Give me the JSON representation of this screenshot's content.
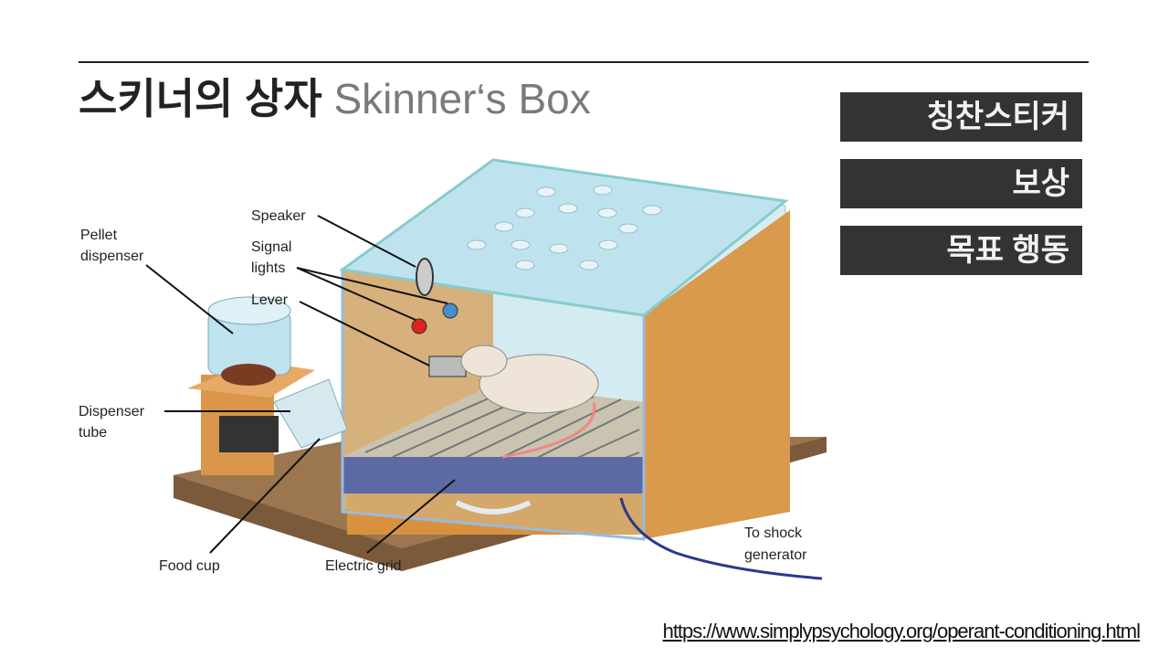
{
  "title": {
    "korean": "스키너의 상자",
    "english": "Skinner‘s Box"
  },
  "tags": [
    "칭찬스티커",
    "보상",
    "목표 행동"
  ],
  "diagram": {
    "labels": {
      "speaker": "Speaker",
      "signal_lights_1": "Signal",
      "signal_lights_2": "lights",
      "lever": "Lever",
      "pellet_1": "Pellet",
      "pellet_2": "dispenser",
      "tube_1": "Dispenser",
      "tube_2": "tube",
      "food_cup": "Food cup",
      "electric_grid": "Electric grid",
      "shock_1": "To shock",
      "shock_2": "generator"
    }
  },
  "source_link": "https://www.simplypsychology.org/operant-conditioning.html"
}
